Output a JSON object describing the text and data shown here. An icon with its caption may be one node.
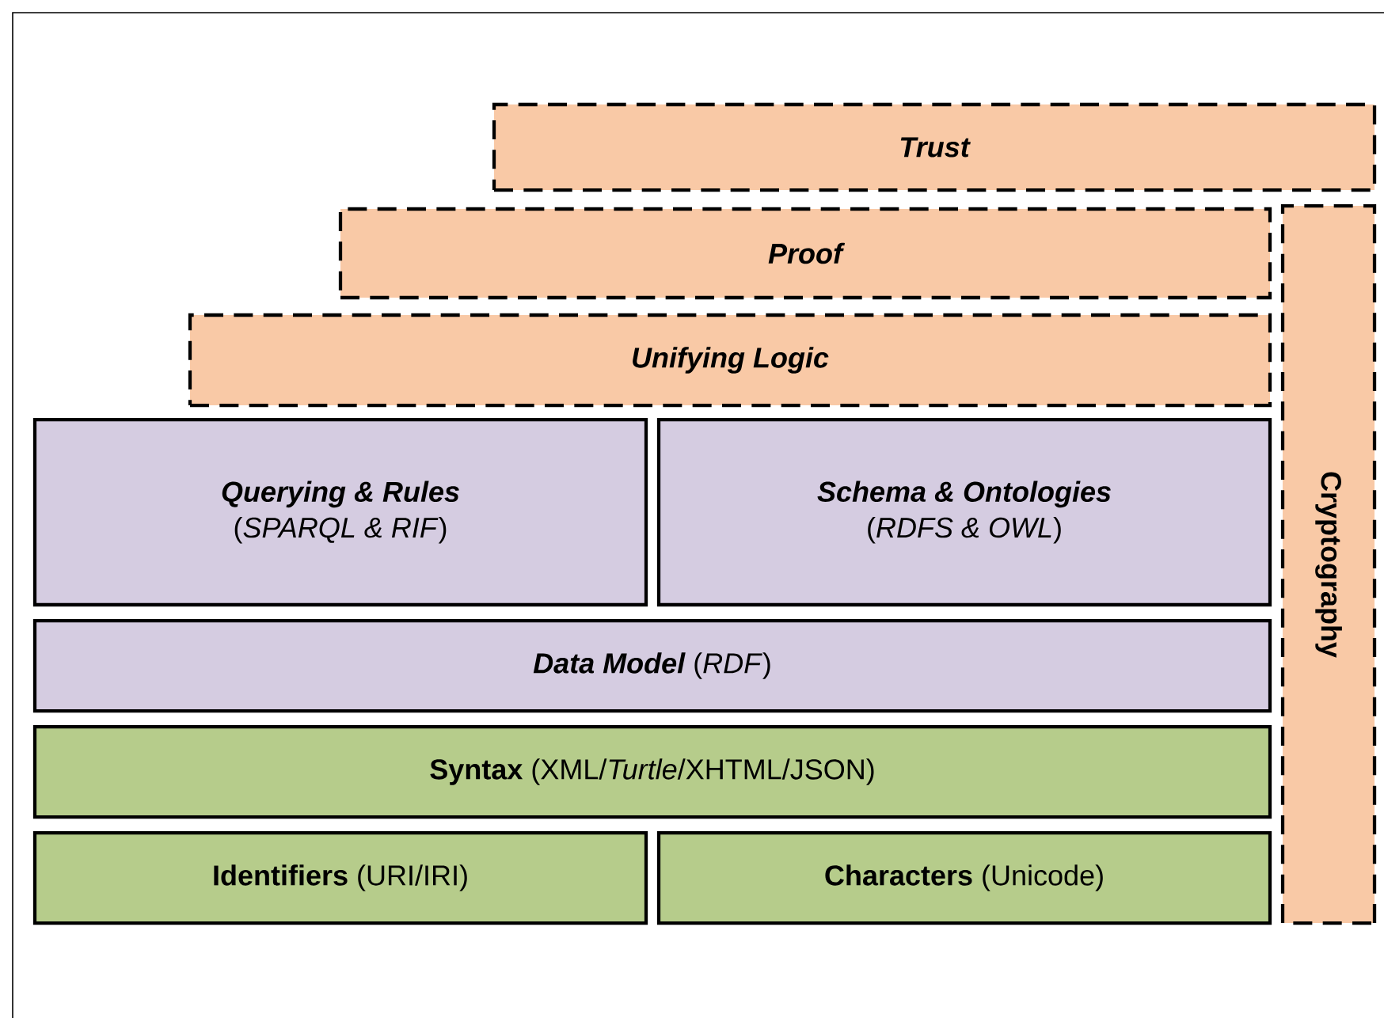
{
  "diagram": {
    "nodes": [
      {
        "text": [
          "Trust"
        ]
      },
      {
        "text": [
          "Proof"
        ]
      },
      {
        "text": [
          "Cryptography"
        ]
      },
      {
        "text": [
          "Unifying Logic"
        ]
      },
      {
        "text": [
          "Querying & Rules",
          "(*SPARQL & RIF*)"
        ]
      },
      {
        "text": [
          "Schema & Ontologies",
          "(*RDFS & OWL*)"
        ]
      },
      {
        "text": [
          "Data Model",
          "(*RDF*)"
        ]
      },
      {
        "text": [
          "Syntax",
          "(XML/*Turtle*/XHTML/JSON)"
        ]
      },
      {
        "text": [
          "Identifiers",
          "(URI/IRI)"
        ]
      },
      {
        "text": [
          "Characters",
          "(Unicode)"
        ]
      }
    ]
  }
}
